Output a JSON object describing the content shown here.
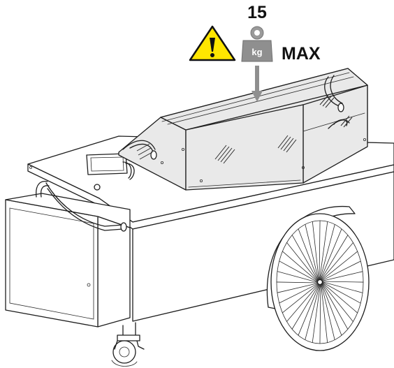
{
  "load_label": {
    "weight": "15",
    "unit": "kg",
    "limit": "MAX"
  },
  "icons": {
    "warning": "warning-triangle-icon",
    "weight": "weight-kg-icon",
    "arrow": "down-arrow-icon"
  },
  "colors": {
    "warning_fill": "#ffe600",
    "weight_fill": "#8f8f8f",
    "glass_tint": "#e9e9e9"
  }
}
